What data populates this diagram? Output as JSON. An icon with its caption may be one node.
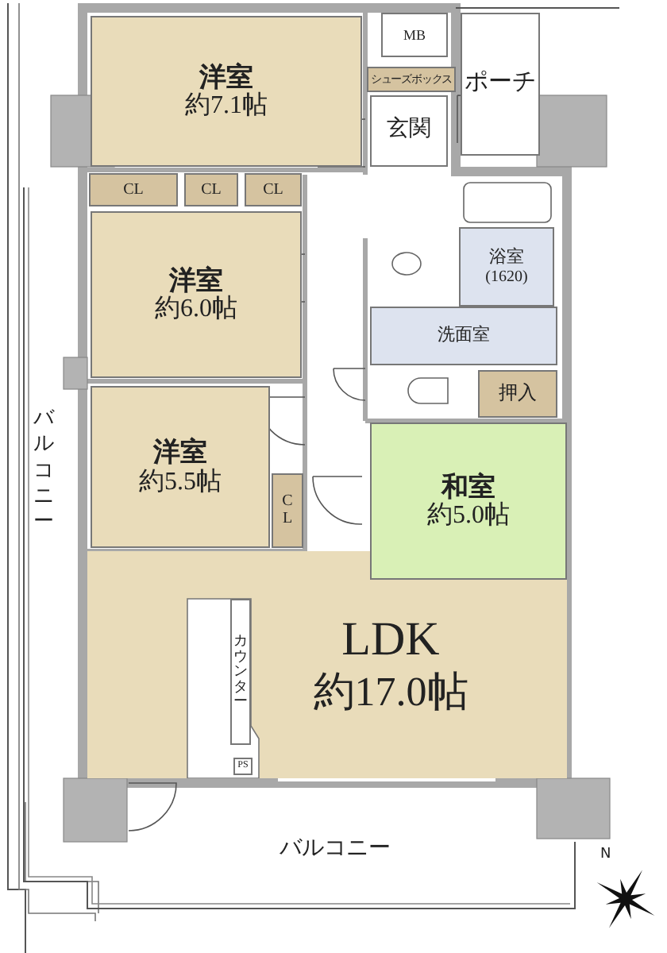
{
  "diagram": {
    "nodes": [
      {
        "text": [
          "洋室",
          "約7.1帖"
        ]
      },
      {
        "text": [
          "MB"
        ]
      },
      {
        "text": [
          "シューズボックス"
        ]
      },
      {
        "text": [
          "ポーチ"
        ]
      },
      {
        "text": [
          "玄関"
        ]
      },
      {
        "text": [
          "CL"
        ]
      },
      {
        "text": [
          "CL"
        ]
      },
      {
        "text": [
          "CL"
        ]
      },
      {
        "text": [
          "洋室",
          "約6.0帖"
        ]
      },
      {
        "text": [
          "浴室",
          "(1620)"
        ]
      },
      {
        "text": [
          "洗面室"
        ]
      },
      {
        "text": [
          "押入"
        ]
      },
      {
        "text": [
          "洋室",
          "約5.5帖"
        ]
      },
      {
        "text": [
          "CL"
        ]
      },
      {
        "text": [
          "和室",
          "約5.0帖"
        ]
      },
      {
        "text": [
          "LDK",
          "約17.0帖"
        ]
      },
      {
        "text": [
          "カウンター"
        ],
        "in": 15
      },
      {
        "text": [
          "PS"
        ],
        "in": 15
      }
    ],
    "labels": [
      "バルコニー",
      "バルコニー",
      "N"
    ]
  }
}
